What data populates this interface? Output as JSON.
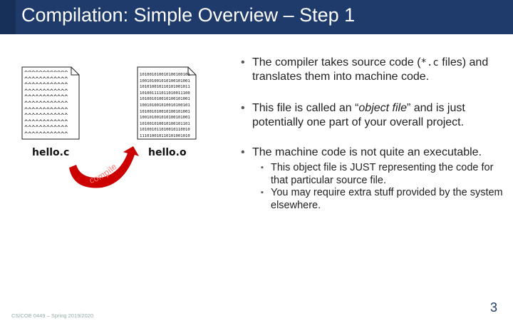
{
  "slide": {
    "title": "Compilation: Simple Overview – Step 1",
    "source_file": {
      "name": "hello.c",
      "lines": [
        "^^^^^^^^^^^^",
        "^^^^^^^^^^^^",
        "^^^^^^^^^^^^",
        "^^^^^^^^^^^^",
        "^^^^^^^^^^^^",
        "^^^^^^^^^^^^",
        "^^^^^^^^^^^^",
        "^^^^^^^^^^^^",
        "^^^^^^^^^^^^",
        "^^^^^^^^^^^^",
        "^^^^^^^^^^^^"
      ]
    },
    "object_file": {
      "name": "hello.o",
      "lines": [
        "101001010010100100101",
        "100101001010100101001",
        "101010010110101001011",
        "101001111011010011100",
        "101001010010100101001",
        "100101001010010100101",
        "101001010010100101001",
        "100101001010100101001",
        "101001010010100101101",
        "101001011010010110010",
        "111010010110101001010"
      ]
    },
    "arrow_label": "compile",
    "bullets": [
      {
        "pre": "The compiler takes source code (",
        "code": "*.c",
        "post": " files) and translates them into machine code."
      },
      {
        "pre": "This file is called an “",
        "em": "object file",
        "post": "” and is just potentially one part of your overall project."
      },
      {
        "text": "The machine code is not quite an executable.",
        "sub": [
          "This object file is JUST representing the code for that particular source file.",
          "You may require extra stuff provided by the system elsewhere."
        ]
      }
    ],
    "footer": "CS/COE 0449 – Spring 2019/2020",
    "page_number": "3",
    "colors": {
      "title_bar": "#1f3b6b",
      "arrow": "#cc0000",
      "page_number": "#1f3b6b"
    }
  }
}
